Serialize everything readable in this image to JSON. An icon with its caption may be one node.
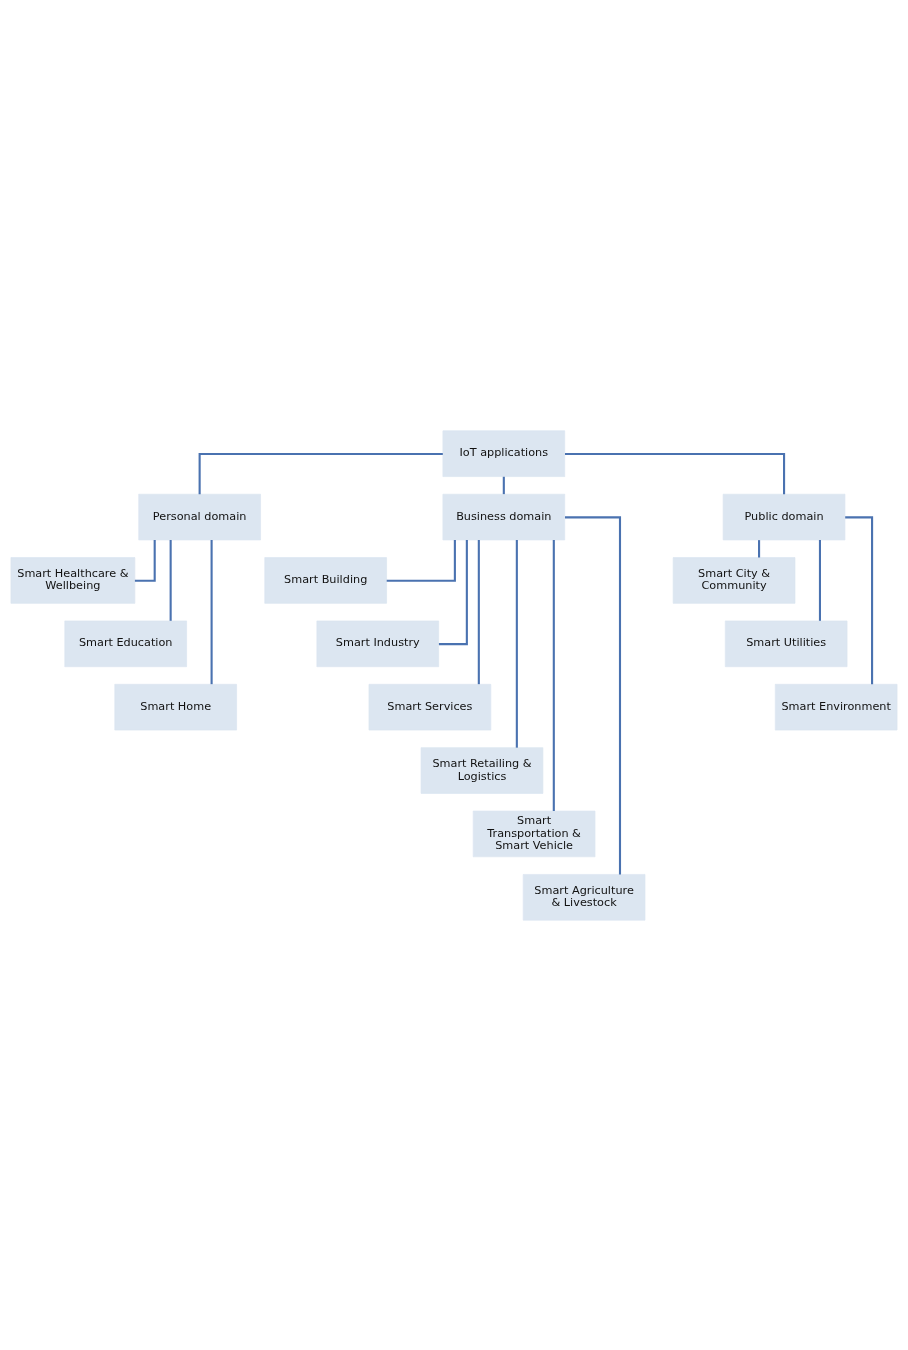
{
  "diagram": {
    "nodes": [
      {
        "text": [
          "IoT applications"
        ]
      },
      {
        "text": [
          "Personal domain"
        ]
      },
      {
        "text": [
          "Business domain"
        ]
      },
      {
        "text": [
          "Public domain"
        ]
      },
      {
        "text": [
          "Smart Healthcare & Wellbeing"
        ]
      },
      {
        "text": [
          "Smart Education"
        ]
      },
      {
        "text": [
          "Smart Home"
        ]
      },
      {
        "text": [
          "Smart Building"
        ]
      },
      {
        "text": [
          "Smart Industry"
        ]
      },
      {
        "text": [
          "Smart Services"
        ]
      },
      {
        "text": [
          "Smart Retailing & Logistics"
        ]
      },
      {
        "text": [
          "Smart Transportation & Smart Vehicle"
        ]
      },
      {
        "text": [
          "Smart Agriculture & Livestock"
        ]
      },
      {
        "text": [
          "Smart City & Community"
        ]
      },
      {
        "text": [
          "Smart Utilities"
        ]
      },
      {
        "text": [
          "Smart Environment"
        ]
      }
    ],
    "edges": [
      {
        "from": 0,
        "to": 1,
        "arrow": "none"
      },
      {
        "from": 0,
        "to": 2,
        "arrow": "none"
      },
      {
        "from": 0,
        "to": 3,
        "arrow": "none"
      },
      {
        "from": 1,
        "to": 4,
        "arrow": "none"
      },
      {
        "from": 1,
        "to": 5,
        "arrow": "none"
      },
      {
        "from": 1,
        "to": 6,
        "arrow": "none"
      },
      {
        "from": 2,
        "to": 7,
        "arrow": "none"
      },
      {
        "from": 2,
        "to": 8,
        "arrow": "none"
      },
      {
        "from": 2,
        "to": 9,
        "arrow": "none"
      },
      {
        "from": 2,
        "to": 10,
        "arrow": "none"
      },
      {
        "from": 2,
        "to": 11,
        "arrow": "none"
      },
      {
        "from": 2,
        "to": 12,
        "arrow": "none"
      },
      {
        "from": 3,
        "to": 13,
        "arrow": "none"
      },
      {
        "from": 3,
        "to": 14,
        "arrow": "none"
      },
      {
        "from": 3,
        "to": 15,
        "arrow": "none"
      }
    ]
  }
}
